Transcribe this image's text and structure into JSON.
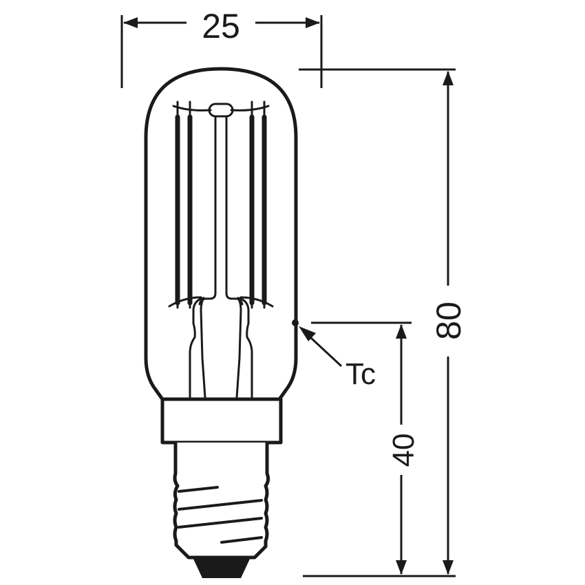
{
  "diagram": {
    "type": "technical-drawing",
    "subject": "tubular filament lamp",
    "colors": {
      "line": "#1a1a1a",
      "background": "#ffffff"
    }
  },
  "dimensions": {
    "width": {
      "value": "25",
      "orientation": "horizontal"
    },
    "overall_height": {
      "value": "80",
      "orientation": "vertical"
    },
    "tc_height": {
      "value": "40",
      "orientation": "vertical"
    }
  },
  "annotations": {
    "tc_label": "Tc"
  }
}
